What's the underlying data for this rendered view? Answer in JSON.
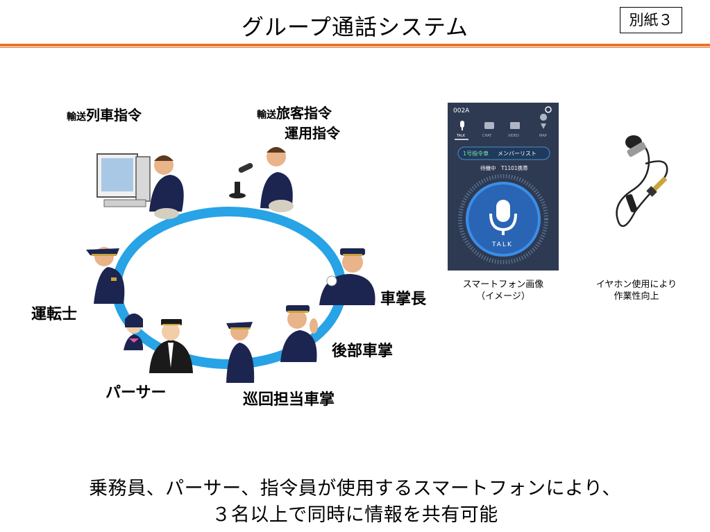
{
  "header": {
    "title": "グループ通話システム",
    "annex": "別紙３"
  },
  "dispatch": {
    "train_small": "輸送",
    "train_big": "列車指令",
    "passenger_small": "輸送",
    "passenger_big": "旅客指令",
    "operation": "運用指令"
  },
  "roles": {
    "conductor_chief": "車掌長",
    "driver": "運転士",
    "rear_conductor": "後部車掌",
    "purser": "パーサー",
    "patrol_conductor": "巡回担当車掌"
  },
  "phone": {
    "channel": "002A",
    "tabs": [
      "TALK",
      "CHAT",
      "VIDEO",
      "MAP"
    ],
    "group": "1号指令車",
    "member_list": "メンバーリスト",
    "status": "待機中",
    "device": "T1101携帯",
    "talk": "TALK"
  },
  "captions": {
    "phone_line1": "スマートフォン画像",
    "phone_line2": "（イメージ）",
    "earphone_line1": "イヤホン使用により",
    "earphone_line2": "作業性向上"
  },
  "footer": {
    "line1": "乗務員、パーサー、指令員が使用するスマートフォンにより、",
    "line2": "３名以上で同時に情報を共有可能"
  },
  "colors": {
    "accent": "#e8742a",
    "ring": "#27a3e6",
    "uniform": "#1c2450",
    "phone_bg": "#2e3a52"
  }
}
